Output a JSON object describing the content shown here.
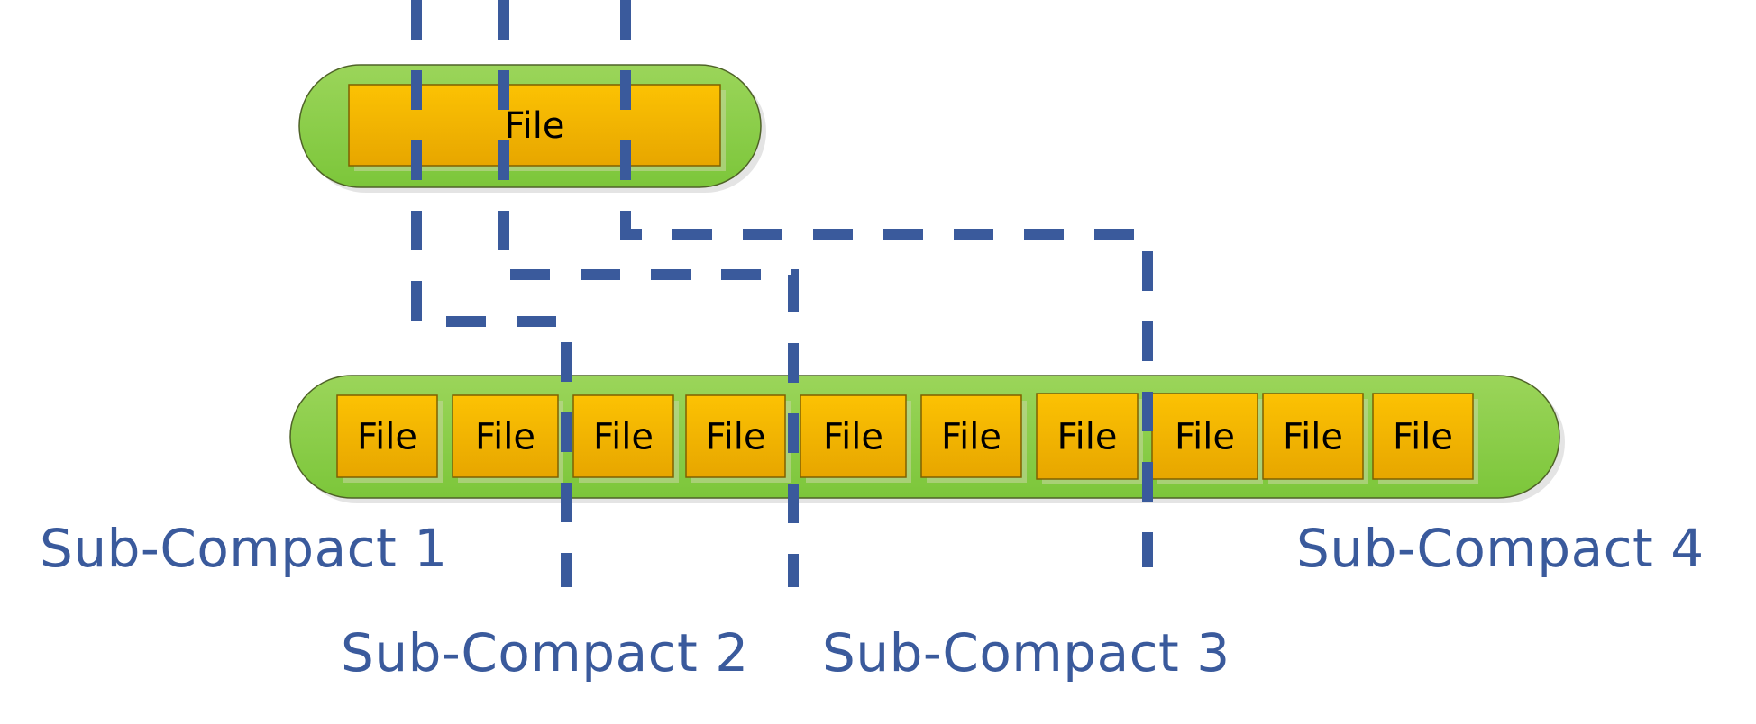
{
  "top_file": {
    "label": "File"
  },
  "bottom_files": [
    "File",
    "File",
    "File",
    "File",
    "File",
    "File",
    "File",
    "File",
    "File",
    "File"
  ],
  "sub_compacts": {
    "sc1": "Sub-Compact 1",
    "sc2": "Sub-Compact 2",
    "sc3": "Sub-Compact 3",
    "sc4": "Sub-Compact 4"
  },
  "colors": {
    "container_green": "#92d050",
    "file_orange": "#f8bb04",
    "divider_blue": "#3a5a9c",
    "label_blue": "#3a5a9c"
  }
}
